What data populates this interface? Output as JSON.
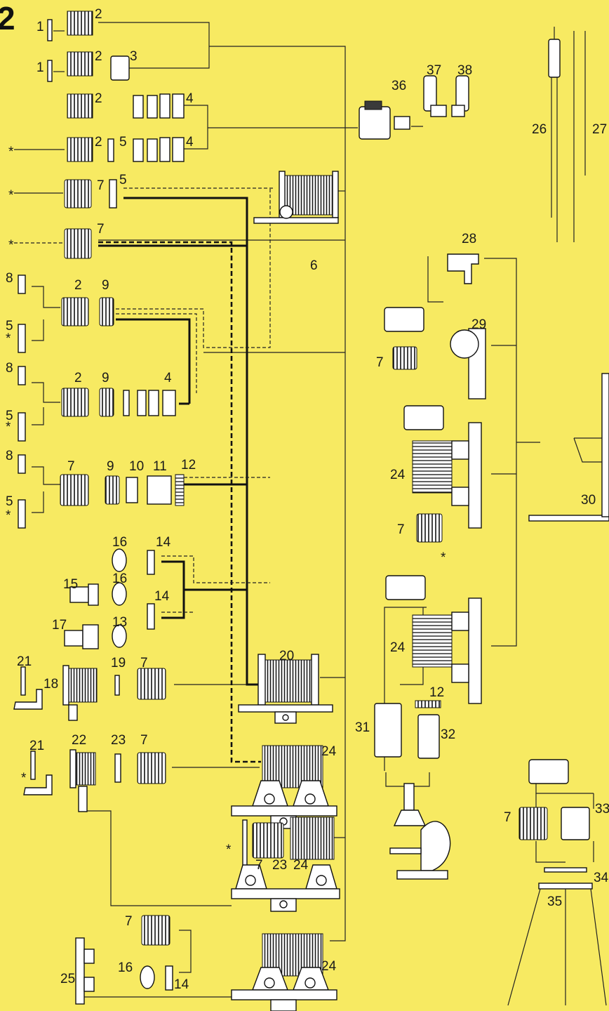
{
  "figure_number": "2",
  "asterisk": "*",
  "labels": [
    "1",
    "2",
    "3",
    "4",
    "5",
    "6",
    "7",
    "8",
    "9",
    "10",
    "11",
    "12",
    "13",
    "14",
    "15",
    "16",
    "17",
    "18",
    "19",
    "20",
    "21",
    "22",
    "23",
    "24",
    "25",
    "26",
    "27",
    "28",
    "29",
    "30",
    "31",
    "32",
    "33",
    "34",
    "35",
    "36",
    "37",
    "38"
  ],
  "colors": {
    "background": "#f7ea62",
    "ink": "#111111",
    "part_fill": "#ffffff"
  }
}
